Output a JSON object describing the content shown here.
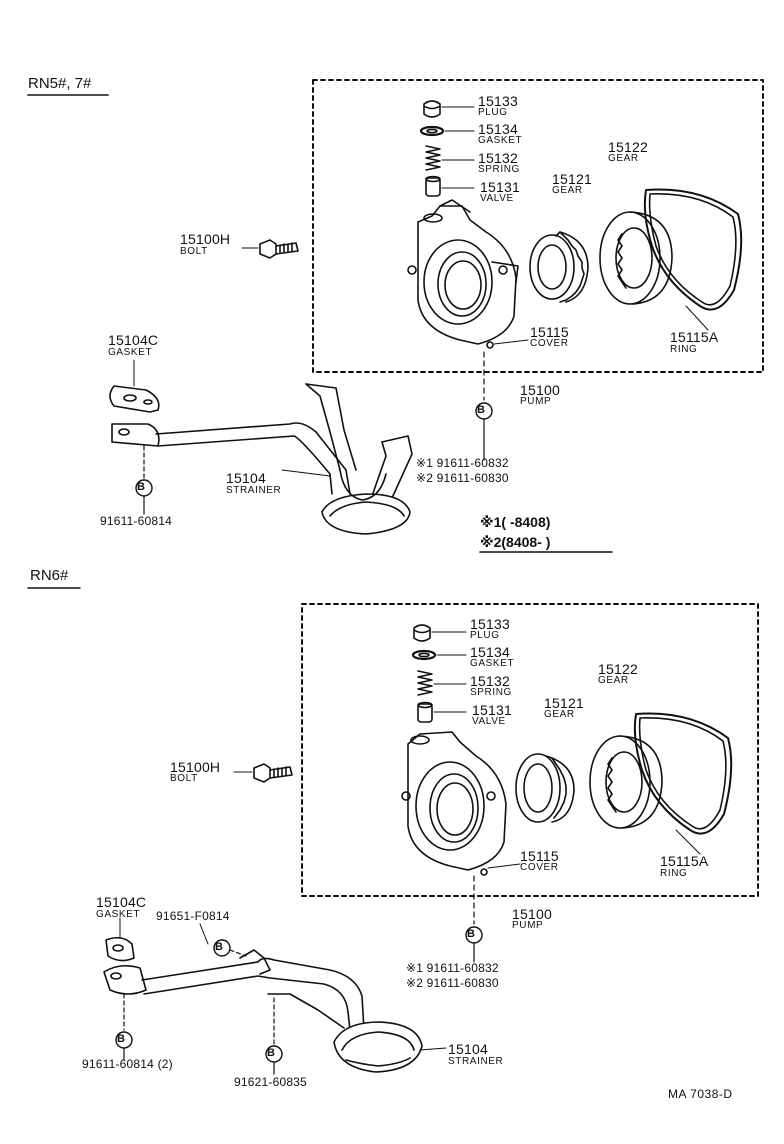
{
  "sections": {
    "top": {
      "title": "RN5#, 7#",
      "parts": {
        "plug": {
          "num": "15133",
          "name": "PLUG"
        },
        "gasket_small": {
          "num": "15134",
          "name": "GASKET"
        },
        "spring": {
          "num": "15132",
          "name": "SPRING"
        },
        "valve": {
          "num": "15131",
          "name": "VALVE"
        },
        "gear_inner": {
          "num": "15121",
          "name": "GEAR"
        },
        "gear_outer": {
          "num": "15122",
          "name": "GEAR"
        },
        "bolt": {
          "num": "15100H",
          "name": "BOLT"
        },
        "gasket": {
          "num": "15104C",
          "name": "GASKET"
        },
        "cover": {
          "num": "15115",
          "name": "COVER"
        },
        "ring": {
          "num": "15115A",
          "name": "RING"
        },
        "pump": {
          "num": "15100",
          "name": "PUMP"
        },
        "strainer": {
          "num": "15104",
          "name": "STRAINER"
        },
        "bolt_b_left": {
          "num": "91611-60814"
        },
        "bolt_b_right_1": {
          "num": "※1 91611-60832"
        },
        "bolt_b_right_2": {
          "num": "※2 91611-60830"
        }
      },
      "legend": {
        "line1": "※1(        -8408)",
        "line2": "※2(8408-          )"
      }
    },
    "bottom": {
      "title": "RN6#",
      "parts": {
        "plug": {
          "num": "15133",
          "name": "PLUG"
        },
        "gasket_small": {
          "num": "15134",
          "name": "GASKET"
        },
        "spring": {
          "num": "15132",
          "name": "SPRING"
        },
        "valve": {
          "num": "15131",
          "name": "VALVE"
        },
        "gear_inner": {
          "num": "15121",
          "name": "GEAR"
        },
        "gear_outer": {
          "num": "15122",
          "name": "GEAR"
        },
        "bolt": {
          "num": "15100H",
          "name": "BOLT"
        },
        "gasket": {
          "num": "15104C",
          "name": "GASKET"
        },
        "cover": {
          "num": "15115",
          "name": "COVER"
        },
        "ring": {
          "num": "15115A",
          "name": "RING"
        },
        "pump": {
          "num": "15100",
          "name": "PUMP"
        },
        "strainer": {
          "num": "15104",
          "name": "STRAINER"
        },
        "bolt_mid": {
          "num": "91651-F0814"
        },
        "bolt_b_left": {
          "num": "91611-60814 (2)"
        },
        "bolt_b_mid": {
          "num": "91621-60835"
        },
        "bolt_b_right_1": {
          "num": "※1 91611-60832"
        },
        "bolt_b_right_2": {
          "num": "※2 91611-60830"
        }
      }
    }
  },
  "marker": "B",
  "footer": "MA  7038-D"
}
